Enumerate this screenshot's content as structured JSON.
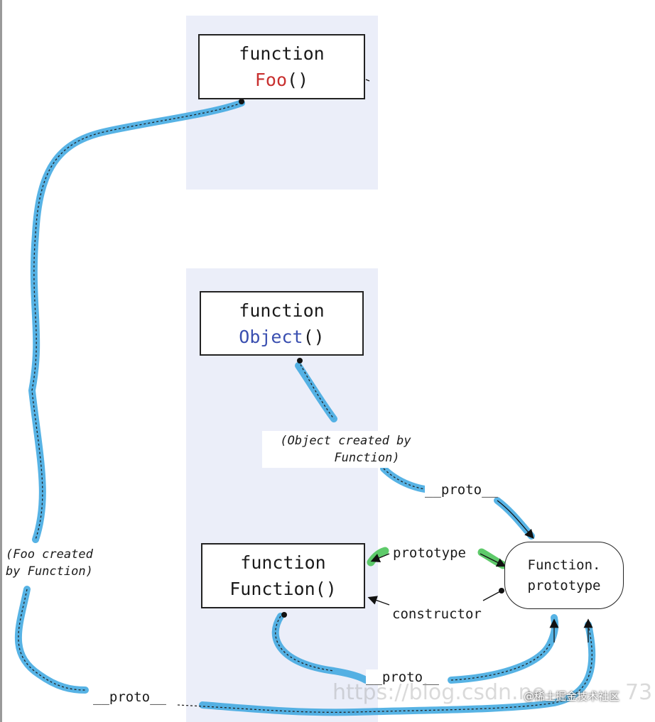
{
  "boxes": {
    "foo": {
      "line1": "function",
      "name": "Foo",
      "parens": "()"
    },
    "object": {
      "line1": "function",
      "name": "Object",
      "parens": "()"
    },
    "function": {
      "line1": "function",
      "line2": "Function()"
    },
    "function_prototype": {
      "line1": "Function.",
      "line2": "prototype"
    }
  },
  "notes": {
    "object_created": {
      "line1": "(Object created by",
      "line2": "Function)"
    },
    "foo_created": {
      "line1": "(Foo created",
      "line2": "by Function)"
    }
  },
  "labels": {
    "proto_top": "__proto__",
    "prototype": "prototype",
    "constructor": "constructor",
    "proto_mid": "__proto__",
    "proto_bottom": "__proto__"
  },
  "watermark": {
    "url": "https://blog.csdn.ne",
    "credit": "@稀土掘金技术社区",
    "suffix": "73"
  },
  "colors": {
    "highlight_blue": "#3aa6e0",
    "highlight_green": "#4cc45a",
    "foo_name": "#c8302f",
    "object_name": "#3a4fb0",
    "band": "#ebeef9"
  }
}
